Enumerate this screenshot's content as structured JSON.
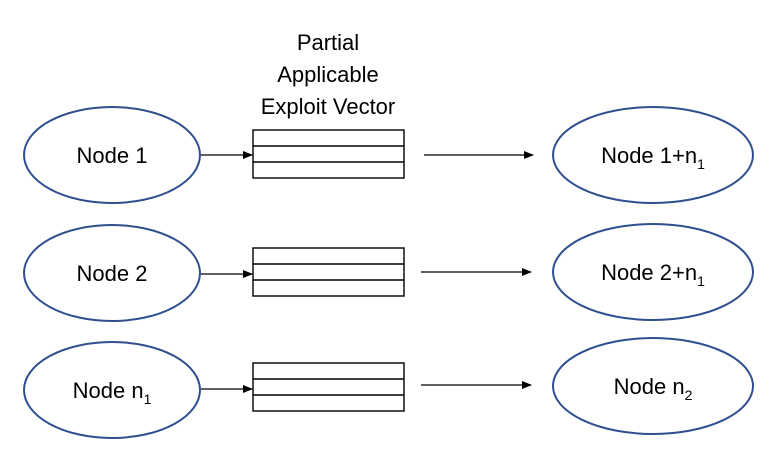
{
  "title": {
    "lines": [
      "Partial",
      "Applicable",
      "Exploit Vector"
    ]
  },
  "colors": {
    "ellipse_stroke": "#2F4F8F",
    "line": "#000000"
  },
  "rows": [
    {
      "source": {
        "label": "Node 1",
        "subscript": ""
      },
      "target": {
        "label": "Node 1+n",
        "subscript": "1"
      }
    },
    {
      "source": {
        "label": "Node 2",
        "subscript": ""
      },
      "target": {
        "label": "Node 2+n",
        "subscript": "1"
      }
    },
    {
      "source": {
        "label": "Node n",
        "subscript": "1"
      },
      "target": {
        "label": "Node n",
        "subscript": "2"
      }
    }
  ]
}
